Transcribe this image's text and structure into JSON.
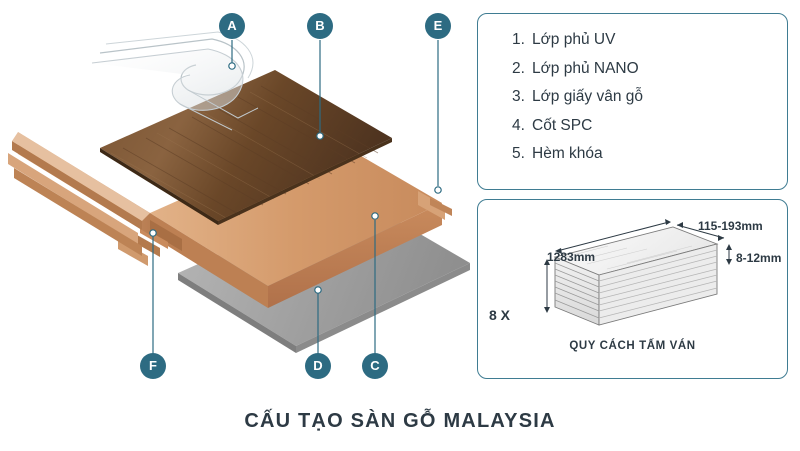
{
  "title": "CẤU TẠO SÀN GỖ MALAYSIA",
  "colors": {
    "accent": "#2d6b82",
    "panel_border": "#3f7c92",
    "text": "#2d3a44",
    "wood_top": "#6b4a2f",
    "core": "#c88a5e",
    "backing": "#9a9a9a"
  },
  "legend": {
    "items": [
      {
        "num": "1.",
        "label": "Lớp phủ UV"
      },
      {
        "num": "2.",
        "label": "Lớp phủ NANO"
      },
      {
        "num": "3.",
        "label": "Lớp giấy vân gỗ"
      },
      {
        "num": "4.",
        "label": "Cốt SPC"
      },
      {
        "num": "5.",
        "label": "Hèm khóa"
      }
    ]
  },
  "callouts": [
    {
      "id": "A",
      "label": "A"
    },
    {
      "id": "B",
      "label": "B"
    },
    {
      "id": "C",
      "label": "C"
    },
    {
      "id": "D",
      "label": "D"
    },
    {
      "id": "E",
      "label": "E"
    },
    {
      "id": "F",
      "label": "F"
    }
  ],
  "spec": {
    "width_label": "115-193mm",
    "length_label": "1283mm",
    "thickness_label": "8-12mm",
    "count_label": "8 X",
    "caption": "QUY CÁCH TẤM VÁN"
  }
}
